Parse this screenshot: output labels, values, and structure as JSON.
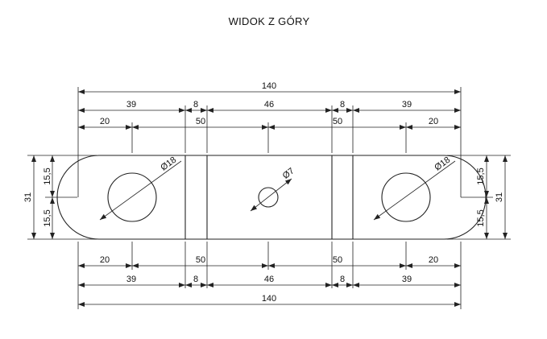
{
  "title": "WIDOK Z GÓRY",
  "dimensions": {
    "total": "140",
    "end_outer": "39",
    "slot": "8",
    "middle": "46",
    "end_center": "20",
    "center_span": "50",
    "height_total": "31",
    "height_half": "15,5",
    "large_hole": "Ø18",
    "small_hole": "Ø7"
  }
}
